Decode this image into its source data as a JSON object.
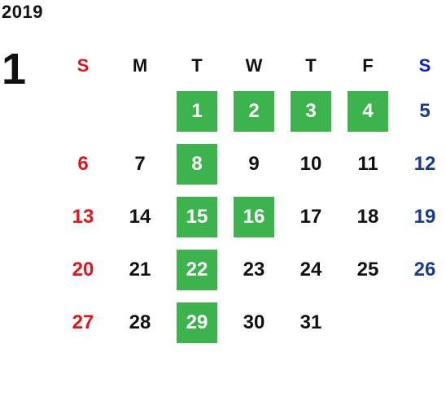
{
  "calendar": {
    "year": "2019",
    "month": "1",
    "weekdays": [
      "S",
      "M",
      "T",
      "W",
      "T",
      "F",
      "S"
    ],
    "colors": {
      "sunday": "#e3131b",
      "saturday_header": "#0b1ee0",
      "saturday": "#1a3a8f",
      "weekday": "#111111",
      "highlight_bg": "#3cb34c",
      "highlight_text": "#ffffff"
    },
    "weeks": [
      [
        "",
        "",
        "1",
        "2",
        "3",
        "4",
        "5"
      ],
      [
        "6",
        "7",
        "8",
        "9",
        "10",
        "11",
        "12"
      ],
      [
        "13",
        "14",
        "15",
        "16",
        "17",
        "18",
        "19"
      ],
      [
        "20",
        "21",
        "22",
        "23",
        "24",
        "25",
        "26"
      ],
      [
        "27",
        "28",
        "29",
        "30",
        "31",
        "",
        ""
      ]
    ],
    "highlighted_days": [
      "1",
      "2",
      "3",
      "4",
      "8",
      "15",
      "16",
      "22",
      "29"
    ]
  }
}
